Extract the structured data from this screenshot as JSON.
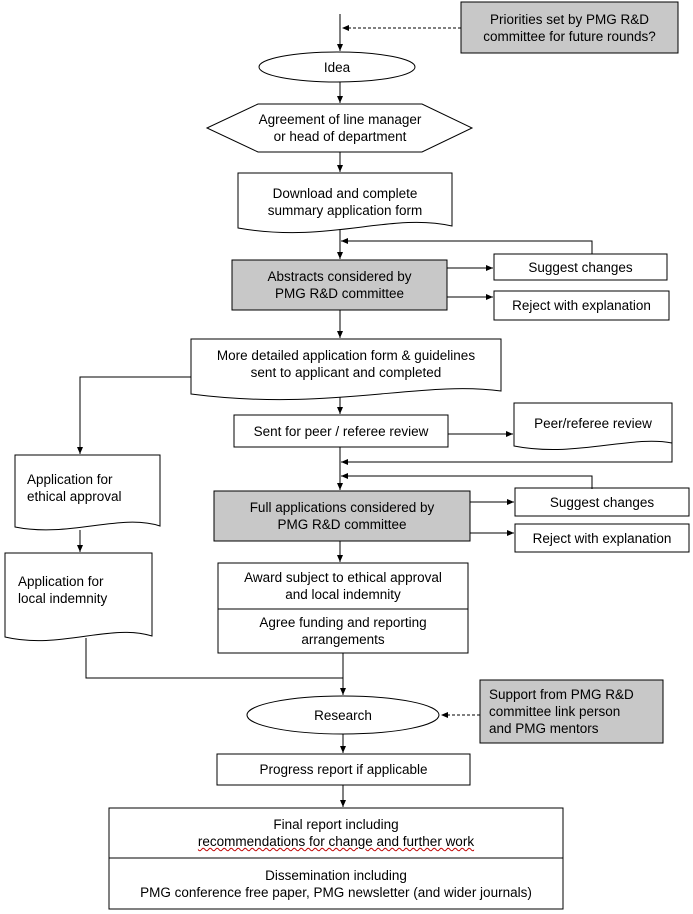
{
  "nodes": {
    "priorities": [
      "Priorities set by PMG R&D",
      "committee for future rounds?"
    ],
    "idea": [
      "Idea"
    ],
    "agreement": [
      "Agreement of line manager",
      "or head of department"
    ],
    "download": [
      "Download and complete",
      "summary application form"
    ],
    "abstracts": [
      "Abstracts considered by",
      "PMG R&D committee"
    ],
    "suggest1": [
      "Suggest changes"
    ],
    "reject1": [
      "Reject with explanation"
    ],
    "detailed": [
      "More detailed application form & guidelines",
      "sent to applicant and completed"
    ],
    "sent_peer": [
      "Sent for peer / referee review"
    ],
    "peer_review": [
      "Peer/referee review"
    ],
    "ethical": [
      "Application for",
      "ethical approval"
    ],
    "indemnity": [
      "Application for",
      "local indemnity"
    ],
    "full_apps": [
      "Full applications considered by",
      "PMG R&D committee"
    ],
    "suggest2": [
      "Suggest changes"
    ],
    "reject2": [
      "Reject with explanation"
    ],
    "award": [
      "Award subject to ethical approval",
      "and local indemnity"
    ],
    "funding": [
      "Agree funding and reporting",
      "arrangements"
    ],
    "research": [
      "Research"
    ],
    "support": [
      "Support from PMG R&D",
      "committee link person",
      "and PMG mentors"
    ],
    "progress": [
      "Progress report if applicable"
    ],
    "final_report": [
      "Final report including",
      "recommendations for change and further work"
    ],
    "dissemination": [
      "Dissemination including",
      "PMG conference free paper, PMG newsletter (and wider journals)"
    ]
  },
  "colors": {
    "grey_fill": "#c8c8c8",
    "line": "#000000"
  }
}
